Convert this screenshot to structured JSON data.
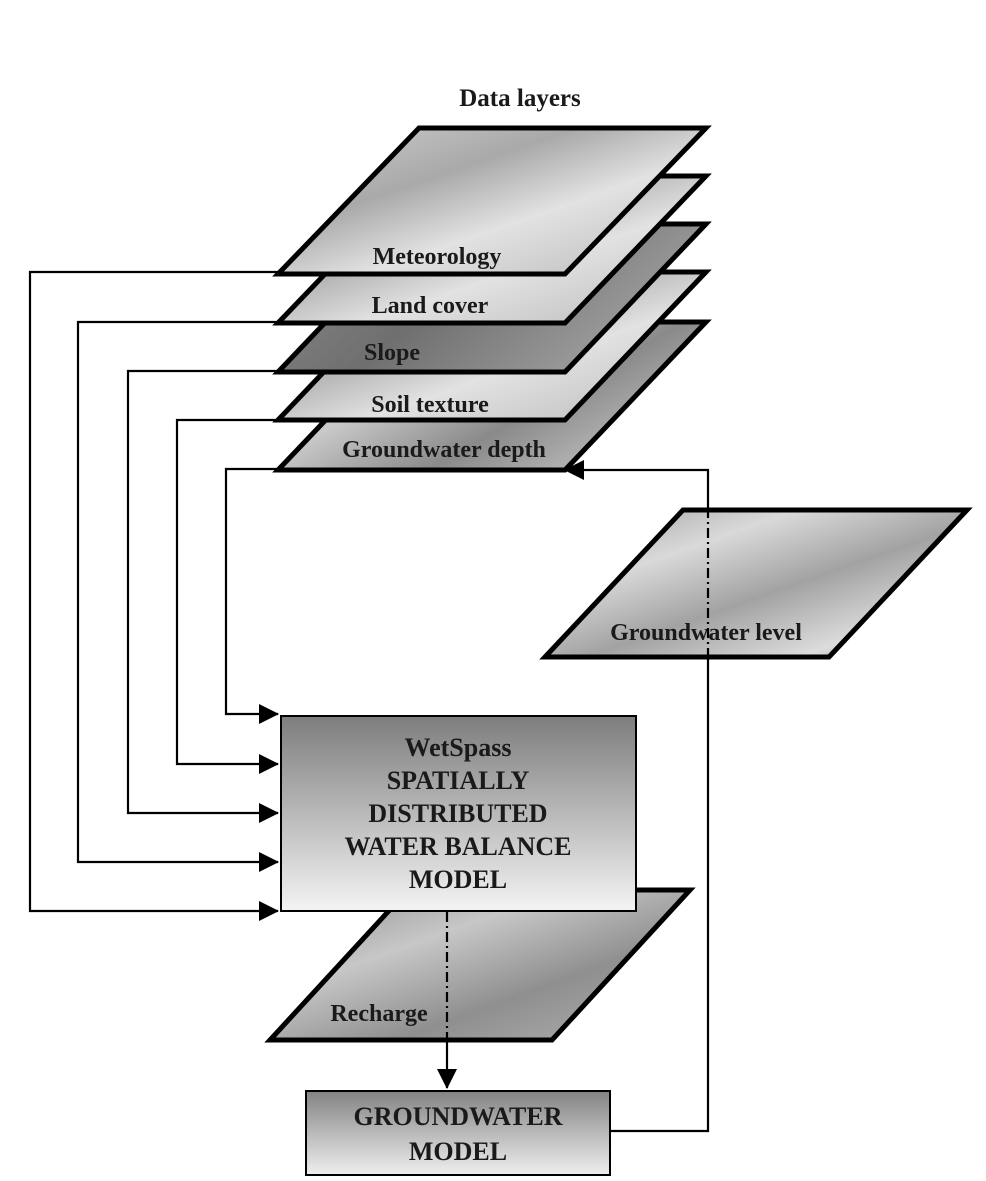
{
  "title": "Data layers",
  "layers": [
    {
      "id": "meteorology",
      "label": "Meteorology"
    },
    {
      "id": "land-cover",
      "label": "Land cover"
    },
    {
      "id": "slope",
      "label": "Slope"
    },
    {
      "id": "soil-texture",
      "label": "Soil texture"
    },
    {
      "id": "groundwater-depth",
      "label": "Groundwater depth"
    }
  ],
  "groundwater_level": {
    "label": "Groundwater level"
  },
  "recharge": {
    "label": "Recharge"
  },
  "wetspass_model": {
    "lines": [
      "WetSpass",
      "SPATIALLY",
      "DISTRIBUTED",
      "WATER BALANCE",
      "MODEL"
    ]
  },
  "groundwater_model": {
    "lines": [
      "GROUNDWATER",
      "MODEL"
    ]
  },
  "colors": {
    "stroke": "#000000",
    "sheet_light": "#d6d6d6",
    "sheet_mid": "#a8a8a8",
    "sheet_dark": "#7a7a7a",
    "box_top": "#7d7d7d",
    "box_bottom": "#f4f4f4"
  }
}
